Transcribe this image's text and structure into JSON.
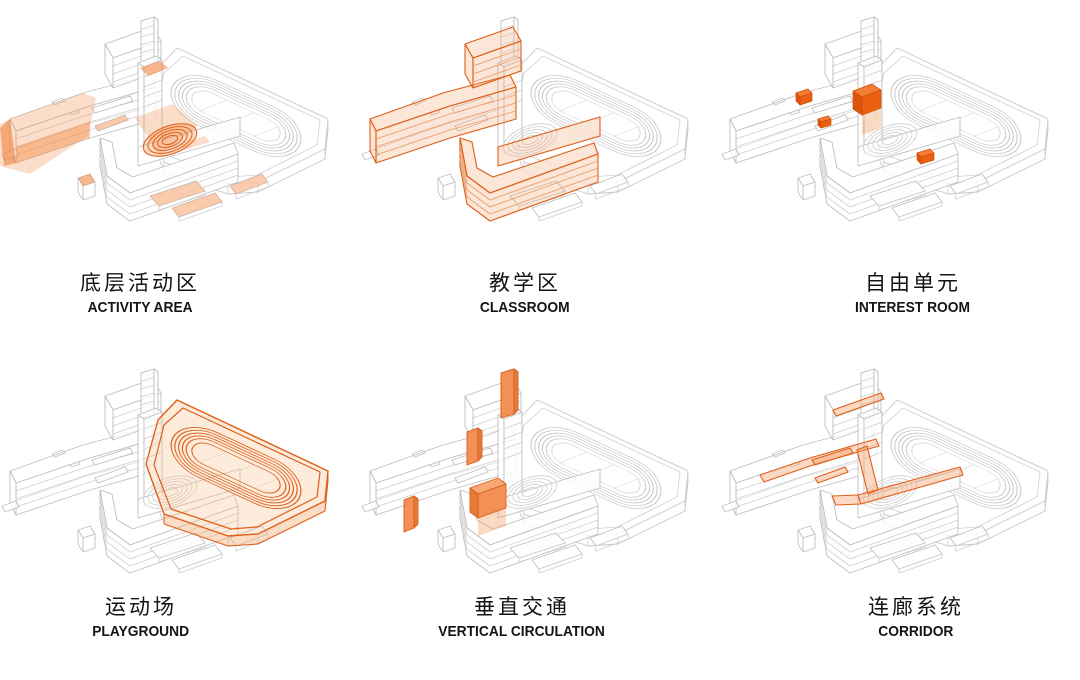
{
  "colors": {
    "accent_solid": "#F2691E",
    "accent_outline": "#E0601A",
    "accent_light": "#F8C9A4",
    "wireframe": "#C6C6C6",
    "text": "#141414",
    "background": "#FFFFFF"
  },
  "panels": [
    {
      "id": "activity-area",
      "label_zh": "底层活动区",
      "label_en": "ACTIVITY AREA"
    },
    {
      "id": "classroom",
      "label_zh": "教学区",
      "label_en": "CLASSROOM"
    },
    {
      "id": "interest-room",
      "label_zh": "自由单元",
      "label_en": "INTEREST ROOM"
    },
    {
      "id": "playground",
      "label_zh": "运动场",
      "label_en": "PLAYGROUND"
    },
    {
      "id": "vertical-circulation",
      "label_zh": "垂直交通",
      "label_en": "VERTICAL CIRCULATION"
    },
    {
      "id": "corridor",
      "label_zh": "连廊系统",
      "label_en": "CORRIDOR"
    }
  ]
}
